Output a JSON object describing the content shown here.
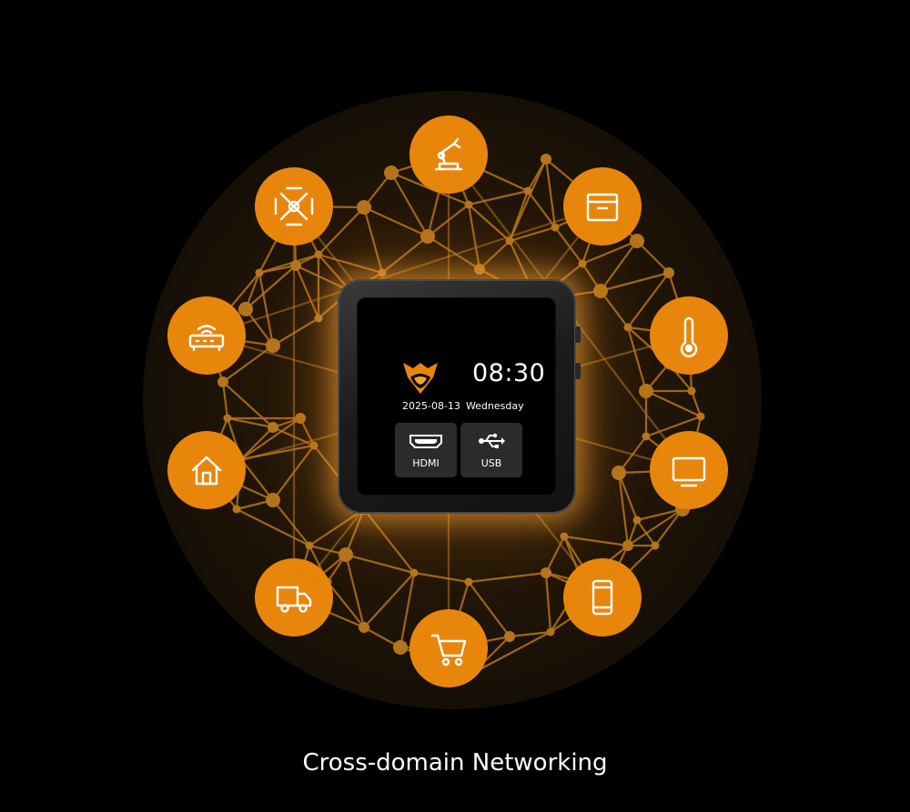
{
  "device": {
    "time": "08:30",
    "date": "2025-08-13",
    "weekday": "Wednesday",
    "tiles": [
      {
        "label": "HDMI",
        "icon": "hdmi-icon"
      },
      {
        "label": "USB",
        "icon": "usb-icon"
      }
    ]
  },
  "nodes": [
    {
      "icon": "robot-arm-icon"
    },
    {
      "icon": "box-icon"
    },
    {
      "icon": "thermometer-icon"
    },
    {
      "icon": "monitor-icon"
    },
    {
      "icon": "smartphone-icon"
    },
    {
      "icon": "shopping-cart-icon"
    },
    {
      "icon": "delivery-truck-icon"
    },
    {
      "icon": "home-icon"
    },
    {
      "icon": "router-icon"
    },
    {
      "icon": "drone-icon"
    }
  ],
  "caption": "Cross-domain Networking",
  "colors": {
    "accent": "#E8860C",
    "network": "#B8781A",
    "halo": "#1F1509",
    "background": "#000000"
  }
}
